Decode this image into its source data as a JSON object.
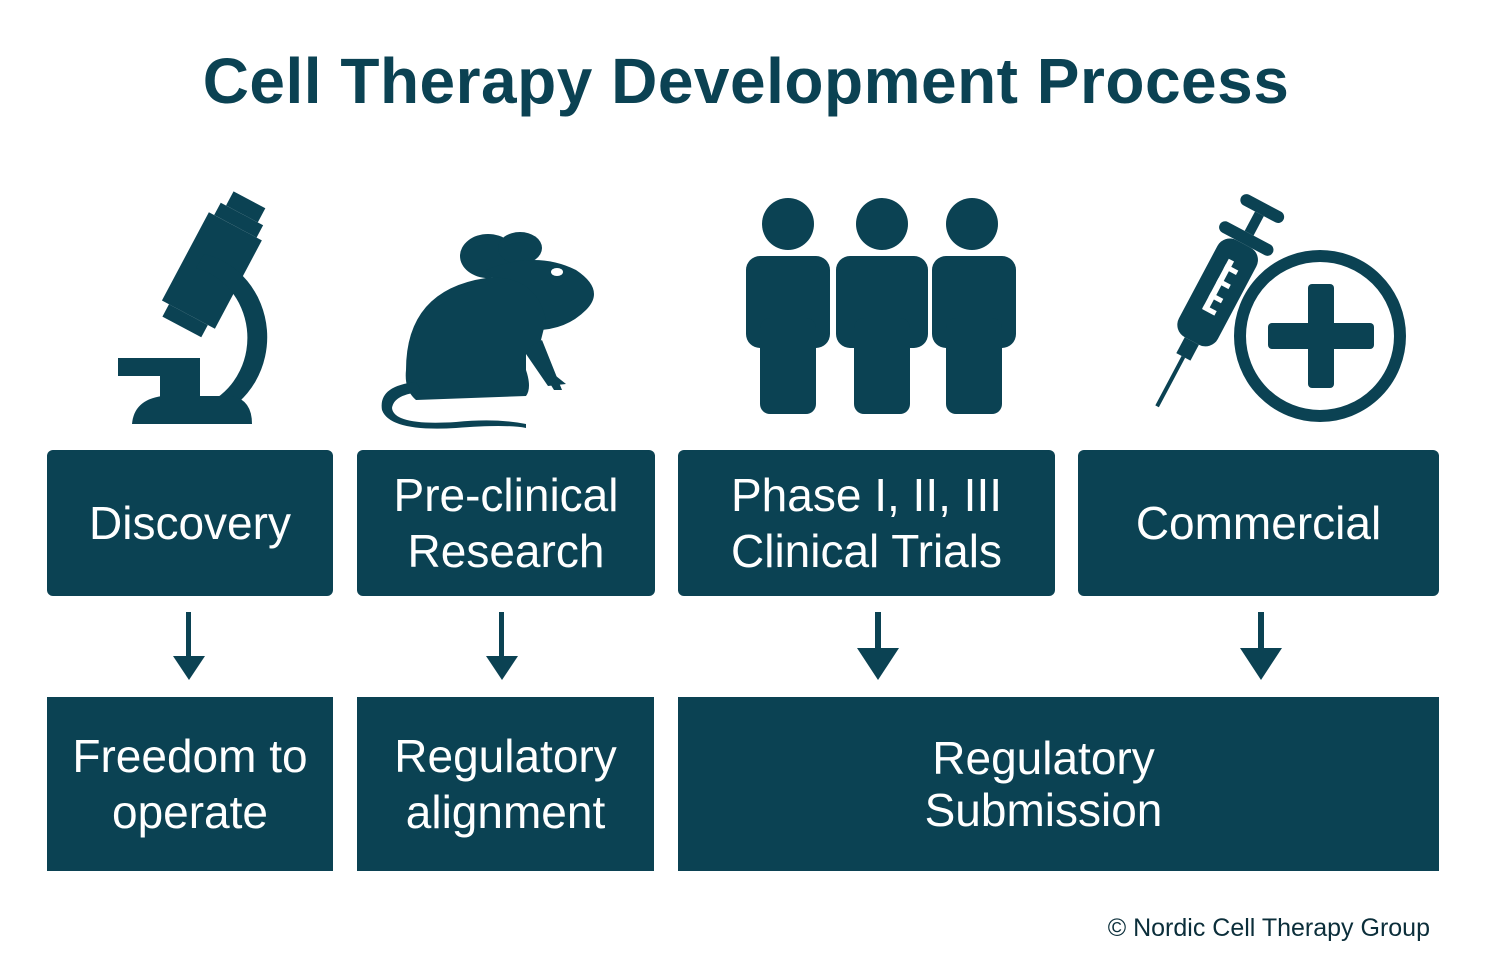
{
  "title": "Cell Therapy Development Process",
  "colors": {
    "primary": "#0b4253",
    "text_on_primary": "#ffffff",
    "background": "#ffffff"
  },
  "stages": [
    {
      "icon": "microscope-icon",
      "lines": [
        "Discovery"
      ]
    },
    {
      "icon": "mouse-icon",
      "lines": [
        "Pre-clinical",
        "Research"
      ]
    },
    {
      "icon": "people-group-icon",
      "lines": [
        "Phase I, II, III",
        "Clinical Trials"
      ]
    },
    {
      "icon": "syringe-medical-cross-icon",
      "lines": [
        "Commercial"
      ]
    }
  ],
  "outcomes": [
    {
      "lines": [
        "Freedom to",
        "operate"
      ],
      "from_stages": [
        "Discovery"
      ]
    },
    {
      "lines": [
        "Regulatory",
        "alignment"
      ],
      "from_stages": [
        "Pre-clinical Research"
      ]
    },
    {
      "lines": [
        "Regulatory",
        "Submission"
      ],
      "from_stages": [
        "Phase I, II, III Clinical Trials",
        "Commercial"
      ]
    }
  ],
  "credit": "© Nordic Cell Therapy Group"
}
